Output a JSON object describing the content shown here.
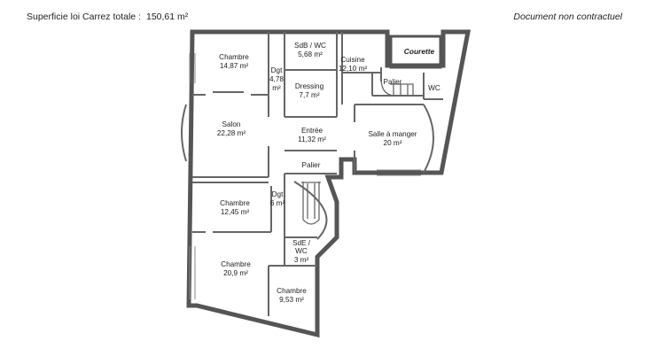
{
  "header": {
    "surface_label": "Superficie loi Carrez totale :",
    "surface_value": "150,61 m²",
    "disclaimer": "Document non contractuel"
  },
  "rooms": {
    "chambre1": {
      "name": "Chambre",
      "area": "14,87 m²"
    },
    "dgt1": {
      "name": "Dgt",
      "area1": "4,78",
      "area2": "m²"
    },
    "sdb_wc": {
      "name": "SdB / WC",
      "area": "5,68 m²"
    },
    "dressing": {
      "name": "Dressing",
      "area": "7,7 m²"
    },
    "cuisine": {
      "name": "Cuisine",
      "area": "12,10 m²"
    },
    "courette": {
      "name": "Courette"
    },
    "palier1": {
      "name": "Palier"
    },
    "wc": {
      "name": "WC"
    },
    "salon": {
      "name": "Salon",
      "area": "22,28 m²"
    },
    "entree": {
      "name": "Entrée",
      "area": "11,32 m²"
    },
    "salle_manger": {
      "name": "Salle à manger",
      "area": "20 m²"
    },
    "palier2": {
      "name": "Palier"
    },
    "chambre2": {
      "name": "Chambre",
      "area": "12,45 m²"
    },
    "dgt2": {
      "name": "Dgt",
      "area": "6 m²"
    },
    "sde_wc": {
      "name1": "SdE /",
      "name2": "WC",
      "area": "3 m²"
    },
    "chambre3": {
      "name": "Chambre",
      "area": "20,9 m²"
    },
    "chambre4": {
      "name": "Chambre",
      "area": "9,53 m²"
    }
  }
}
